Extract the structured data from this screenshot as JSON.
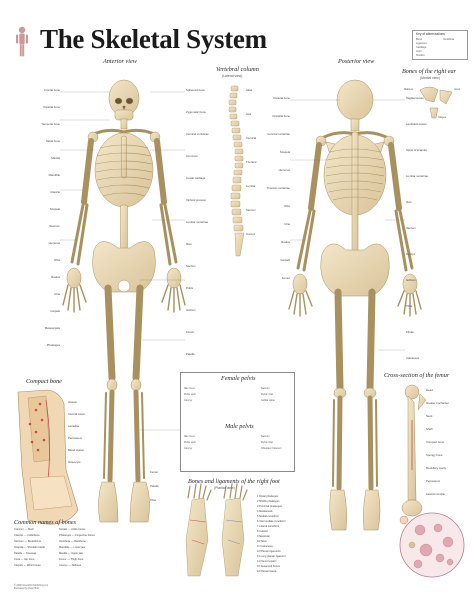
{
  "poster": {
    "title": "The Skeletal System",
    "sections": {
      "anterior": "Anterior view",
      "vertebral": "Vertebral column",
      "vertebral_sub": "(Lateral view)",
      "posterior": "Posterior view",
      "ear": "Bones of the right ear",
      "ear_sub": "(Medial view)",
      "compact": "Compact bone",
      "female_pelvis": "Female pelvis",
      "male_pelvis": "Male pelvis",
      "foot": "Bones and ligaments of the right foot",
      "foot_sub": "(Plantar view)",
      "femur": "Cross-section of the femur",
      "common_names": "Common names of bones"
    },
    "key": {
      "title": "Key of abbreviations",
      "rows": [
        "Bone",
        "Ligament",
        "Cartilage",
        "Joint",
        "Tendon"
      ],
      "vertebrae": "Vertebrae"
    },
    "ear_labels": {
      "malleus": "Malleus",
      "incus": "Incus",
      "stapes": "Stapes"
    },
    "labels": {
      "ant_left": [
        "Frontal bone",
        "Parietal bone",
        "Temporal bone",
        "Nasal bone",
        "Maxilla",
        "Mandible",
        "Clavicle",
        "Scapula",
        "Sternum",
        "Humerus",
        "Ribs",
        "Radius",
        "Ulna",
        "Carpals",
        "Metacarpals",
        "Phalanges"
      ],
      "ant_right": [
        "Sphenoid bone",
        "Zygomatic bone",
        "Cervical vertebrae",
        "Acromion",
        "Costal cartilage",
        "Xiphoid process",
        "Lumbar vertebrae",
        "Ilium",
        "Sacrum",
        "Pubis",
        "Ischium",
        "Femur",
        "Patella",
        "Tibia",
        "Fibula",
        "Tarsals"
      ],
      "vert_right": [
        "Atlas",
        "Axis",
        "Cervical",
        "Thoracic",
        "Lumbar",
        "Sacrum",
        "Coccyx"
      ],
      "post_left": [
        "Parietal bone",
        "Occipital bone",
        "Cervical vertebrae",
        "Scapula",
        "Humerus",
        "Thoracic vertebrae",
        "Ribs",
        "Ulna",
        "Radius",
        "Carpals",
        "Femur"
      ],
      "post_right": [
        "Sagittal suture",
        "Lambdoid suture",
        "Spine of scapula",
        "Lumbar vertebrae",
        "Ilium",
        "Sacrum",
        "Coccyx",
        "Ischium",
        "Tibia",
        "Fibula",
        "Calcaneus"
      ],
      "femur": [
        "Head",
        "Greater trochanter",
        "Neck",
        "Shaft",
        "Compact bone",
        "Spongy bone",
        "Medullary cavity",
        "Periosteum",
        "Lateral condyle"
      ],
      "compact": [
        "Osteon",
        "Central canal",
        "Lamellae",
        "Periosteum",
        "Blood vessel",
        "Osteocyte"
      ],
      "center": [
        "Femur",
        "Patella",
        "Tibia"
      ]
    },
    "pelvis_labels": {
      "female": [
        "Iliac crest",
        "Sacrum",
        "Pubic arch",
        "Pelvic inlet",
        "Coccyx",
        "Ischial spine"
      ],
      "male": [
        "Iliac crest",
        "Sacrum",
        "Pubic arch",
        "Pelvic inlet",
        "Coccyx",
        "Obturator foramen"
      ]
    },
    "foot_list": [
      "Distal phalanges",
      "Middle phalanges",
      "Proximal phalanges",
      "Metatarsals",
      "Medial cuneiform",
      "Intermediate cuneiform",
      "Lateral cuneiform",
      "Cuboid",
      "Navicular",
      "Talus",
      "Calcaneus",
      "Plantar ligaments",
      "Long plantar ligament",
      "Flexor tendon",
      "Sesamoid bones",
      "Plantar fascia"
    ],
    "common_names": [
      [
        "Cranium",
        "Skull"
      ],
      [
        "Clavicle",
        "Collarbone"
      ],
      [
        "Sternum",
        "Breastbone"
      ],
      [
        "Scapula",
        "Shoulder blade"
      ],
      [
        "Patella",
        "Kneecap"
      ],
      [
        "Coxa",
        "Hip bone"
      ],
      [
        "Carpals",
        "Wrist bones"
      ],
      [
        "Tarsals",
        "Ankle bones"
      ],
      [
        "Phalanges",
        "Finger/toe bones"
      ],
      [
        "Vertebrae",
        "Backbone"
      ],
      [
        "Mandible",
        "Lower jaw"
      ],
      [
        "Maxilla",
        "Upper jaw"
      ],
      [
        "Femur",
        "Thigh bone"
      ],
      [
        "Coccyx",
        "Tailbone"
      ]
    ],
    "footer": [
      "© 2000 Scientific Publishing Ltd.",
      "Illustrated by Peter Bull"
    ]
  }
}
